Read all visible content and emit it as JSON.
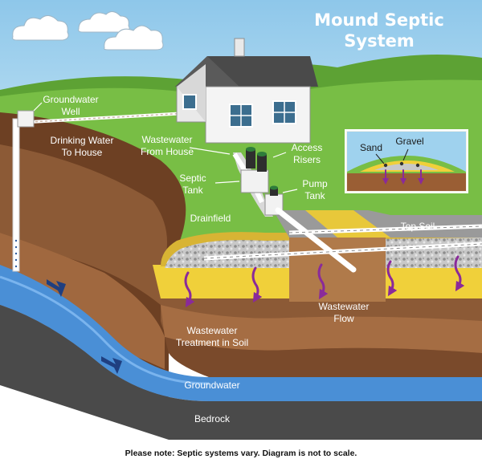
{
  "title": {
    "line1": "Mound Septic",
    "line2": "System"
  },
  "labels": {
    "groundwater_well_1": "Groundwater",
    "groundwater_well_2": "Well",
    "drinking_water_1": "Drinking Water",
    "drinking_water_2": "To House",
    "wastewater_house_1": "Wastewater",
    "wastewater_house_2": "From House",
    "access_risers_1": "Access",
    "access_risers_2": "Risers",
    "septic_tank_1": "Septic",
    "septic_tank_2": "Tank",
    "pump_tank_1": "Pump",
    "pump_tank_2": "Tank",
    "drainfield": "Drainfield",
    "top_soil": "Top Soil",
    "sand": "Sand",
    "gravel": "Gravel",
    "wastewater_flow_1": "Wastewater",
    "wastewater_flow_2": "Flow",
    "treatment_1": "Wastewater",
    "treatment_2": "Treatment in Soil",
    "groundwater": "Groundwater",
    "bedrock": "Bedrock"
  },
  "footnote": "Please note: Septic systems vary. Diagram is not to scale.",
  "colors": {
    "sky": "#a9d7f0",
    "grass": "#78be45",
    "soil": "#8c5a36",
    "sand": "#f0d03a",
    "gravel": "#b9b9b9",
    "groundwater": "#4a8fd6",
    "bedrock": "#4a4a4a",
    "arrow": "#8a2a9a"
  }
}
